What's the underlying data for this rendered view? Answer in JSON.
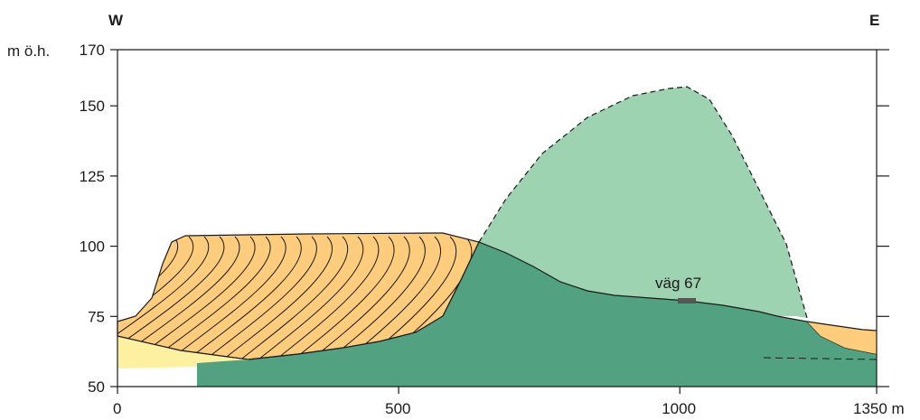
{
  "orientation": {
    "west": "W",
    "east": "E"
  },
  "y_axis": {
    "unit_label": "m ö.h.",
    "ticks": [
      {
        "value": 170,
        "label": "170"
      },
      {
        "value": 150,
        "label": "150"
      },
      {
        "value": 125,
        "label": "125"
      },
      {
        "value": 100,
        "label": "100"
      },
      {
        "value": 75,
        "label": "75"
      },
      {
        "value": 50,
        "label": "50"
      }
    ],
    "range": [
      50,
      170
    ]
  },
  "x_axis": {
    "ticks": [
      {
        "value": 0,
        "label": "0"
      },
      {
        "value": 500,
        "label": "500"
      },
      {
        "value": 1000,
        "label": "1000"
      },
      {
        "value": 1350,
        "label": "1350 m"
      }
    ],
    "range": [
      0,
      1350
    ]
  },
  "annotations": {
    "road": "väg 67"
  },
  "colors": {
    "sand_hatched": "#fdcc7c",
    "light_sand": "#fdf0a0",
    "bedrock_dark": "#52a282",
    "hill_light": "#9dd3b0",
    "line": "#1a1a1a",
    "road_marker": "#555555"
  }
}
